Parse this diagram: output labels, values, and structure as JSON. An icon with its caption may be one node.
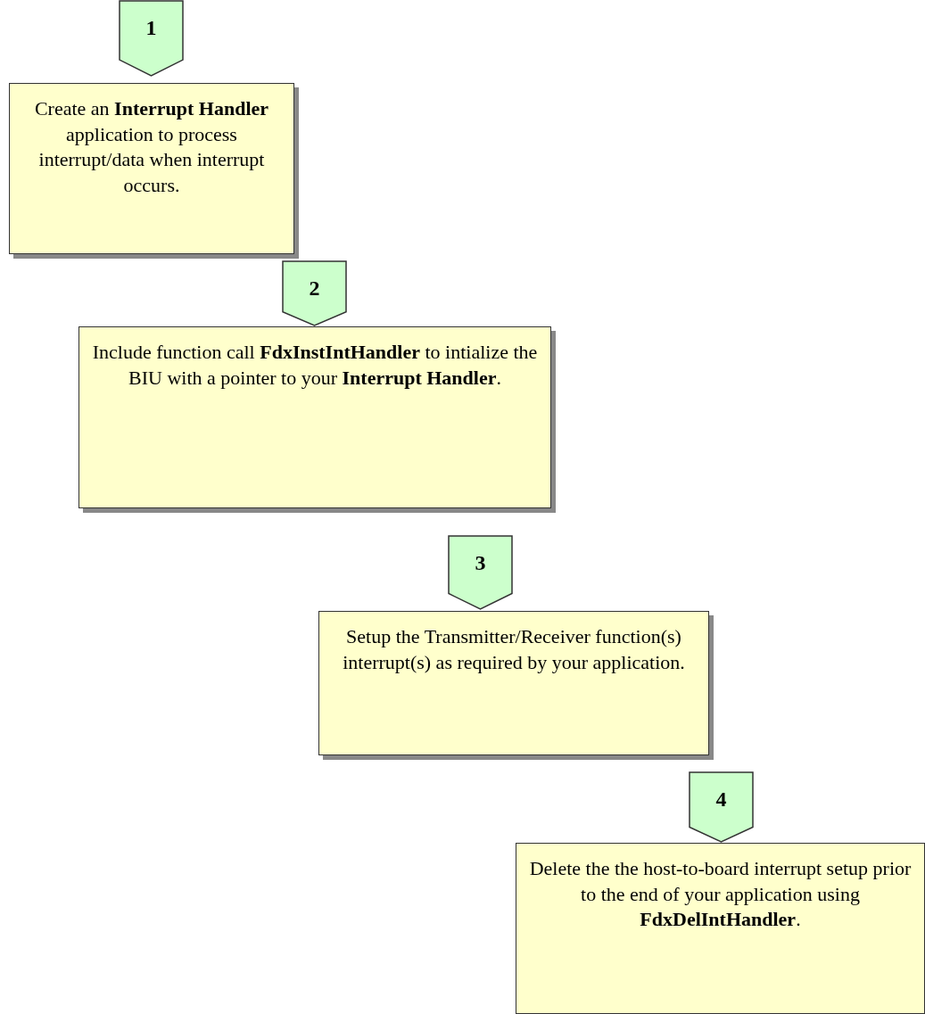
{
  "diagram": {
    "nodes": [
      {
        "text": [
          "1"
        ]
      },
      {
        "text": [
          "Create an **Interrupt Handler** application to process interrupt/data when interrupt occurs."
        ]
      },
      {
        "text": [
          "2"
        ]
      },
      {
        "text": [
          "Include function call **FdxInstIntHandler** to intialize the BIU with a pointer to your **Interrupt Handler**."
        ]
      },
      {
        "text": [
          "3"
        ]
      },
      {
        "text": [
          "Setup the Transmitter/Receiver function(s) interrupt(s) as required by your application."
        ]
      },
      {
        "text": [
          "4"
        ]
      },
      {
        "text": [
          "Delete the the host-to-board interrupt setup prior to the end of your application using **FdxDelIntHandler**."
        ]
      }
    ],
    "edges": []
  }
}
